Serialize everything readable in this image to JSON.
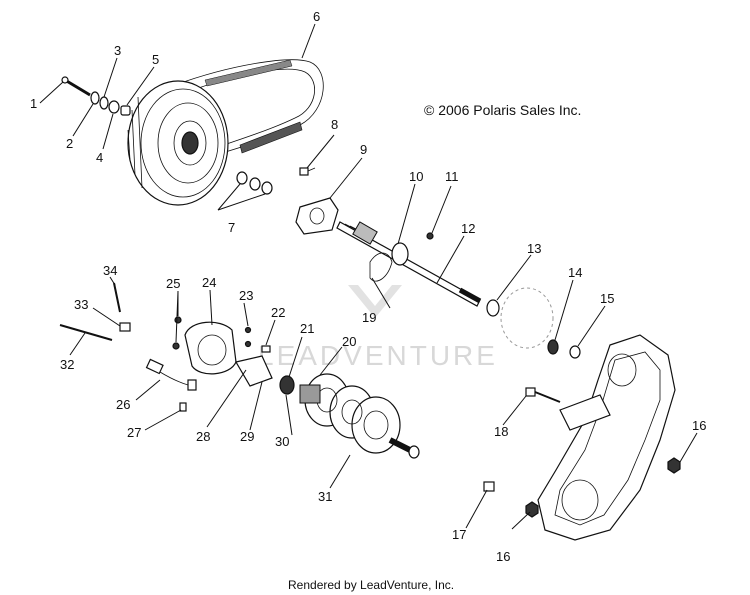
{
  "copyright": "© 2006 Polaris Sales Inc.",
  "footer": "Rendered by LeadVenture, Inc.",
  "watermark": "LEADVENTURE",
  "callouts": [
    {
      "id": "c1",
      "text": "1"
    },
    {
      "id": "c2",
      "text": "2"
    },
    {
      "id": "c3",
      "text": "3"
    },
    {
      "id": "c4",
      "text": "4"
    },
    {
      "id": "c5",
      "text": "5"
    },
    {
      "id": "c6",
      "text": "6"
    },
    {
      "id": "c7",
      "text": "7"
    },
    {
      "id": "c8",
      "text": "8"
    },
    {
      "id": "c9",
      "text": "9"
    },
    {
      "id": "c10",
      "text": "10"
    },
    {
      "id": "c11",
      "text": "11"
    },
    {
      "id": "c12",
      "text": "12"
    },
    {
      "id": "c13",
      "text": "13"
    },
    {
      "id": "c14",
      "text": "14"
    },
    {
      "id": "c15",
      "text": "15"
    },
    {
      "id": "c16a",
      "text": "16"
    },
    {
      "id": "c16b",
      "text": "16"
    },
    {
      "id": "c17",
      "text": "17"
    },
    {
      "id": "c18",
      "text": "18"
    },
    {
      "id": "c19",
      "text": "19"
    },
    {
      "id": "c20",
      "text": "20"
    },
    {
      "id": "c21",
      "text": "21"
    },
    {
      "id": "c22",
      "text": "22"
    },
    {
      "id": "c23",
      "text": "23"
    },
    {
      "id": "c24",
      "text": "24"
    },
    {
      "id": "c25",
      "text": "25"
    },
    {
      "id": "c26",
      "text": "26"
    },
    {
      "id": "c27",
      "text": "27"
    },
    {
      "id": "c28",
      "text": "28"
    },
    {
      "id": "c29",
      "text": "29"
    },
    {
      "id": "c30",
      "text": "30"
    },
    {
      "id": "c31",
      "text": "31"
    },
    {
      "id": "c32",
      "text": "32"
    },
    {
      "id": "c33",
      "text": "33"
    },
    {
      "id": "c34",
      "text": "34"
    }
  ]
}
